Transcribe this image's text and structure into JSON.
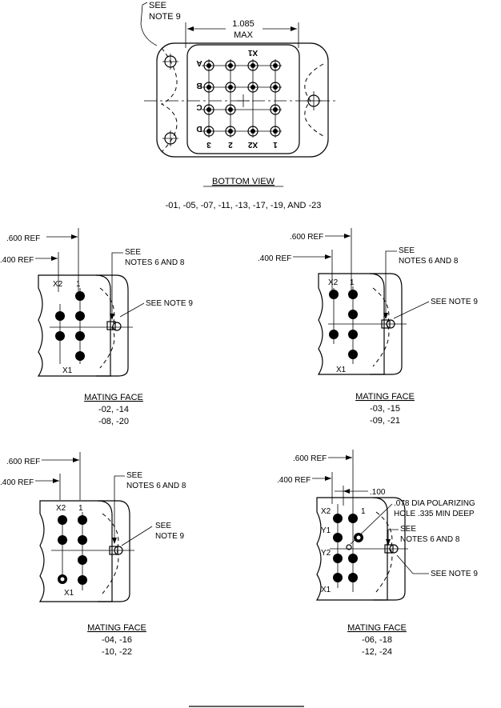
{
  "bottom_view": {
    "see_label": "SEE",
    "note9_label": "NOTE 9",
    "dim_value": "1.085",
    "dim_max": "MAX",
    "row_labels": [
      "A",
      "B",
      "C",
      "D"
    ],
    "col_labels": [
      "3",
      "2",
      "X2",
      "1"
    ],
    "x1_label": "X1",
    "title": "BOTTOM VIEW",
    "variants": "-01, -05, -07, -11, -13, -17, -19, AND -23"
  },
  "common": {
    "ref600": ".600 REF",
    "ref400": ".400 REF",
    "see": "SEE",
    "notes68": "NOTES 6 AND 8",
    "see_note9": "SEE NOTE 9",
    "note9": "NOTE 9",
    "x1": "X1",
    "x2": "X2",
    "one": "1",
    "title": "MATING FACE"
  },
  "panel1": {
    "variants_line1": "-02, -14",
    "variants_line2": "-08, -20"
  },
  "panel2": {
    "variants_line1": "-03, -15",
    "variants_line2": "-09, -21"
  },
  "panel3": {
    "variants_line1": "-04, -16",
    "variants_line2": "-10, -22"
  },
  "panel4": {
    "variants_line1": "-06, -18",
    "variants_line2": "-12, -24",
    "dim100": ".100",
    "polar_line1": ".078 DIA POLARIZING",
    "polar_line2": "HOLE .335 MIN DEEP",
    "y1": "Y1",
    "y2": "Y2"
  }
}
